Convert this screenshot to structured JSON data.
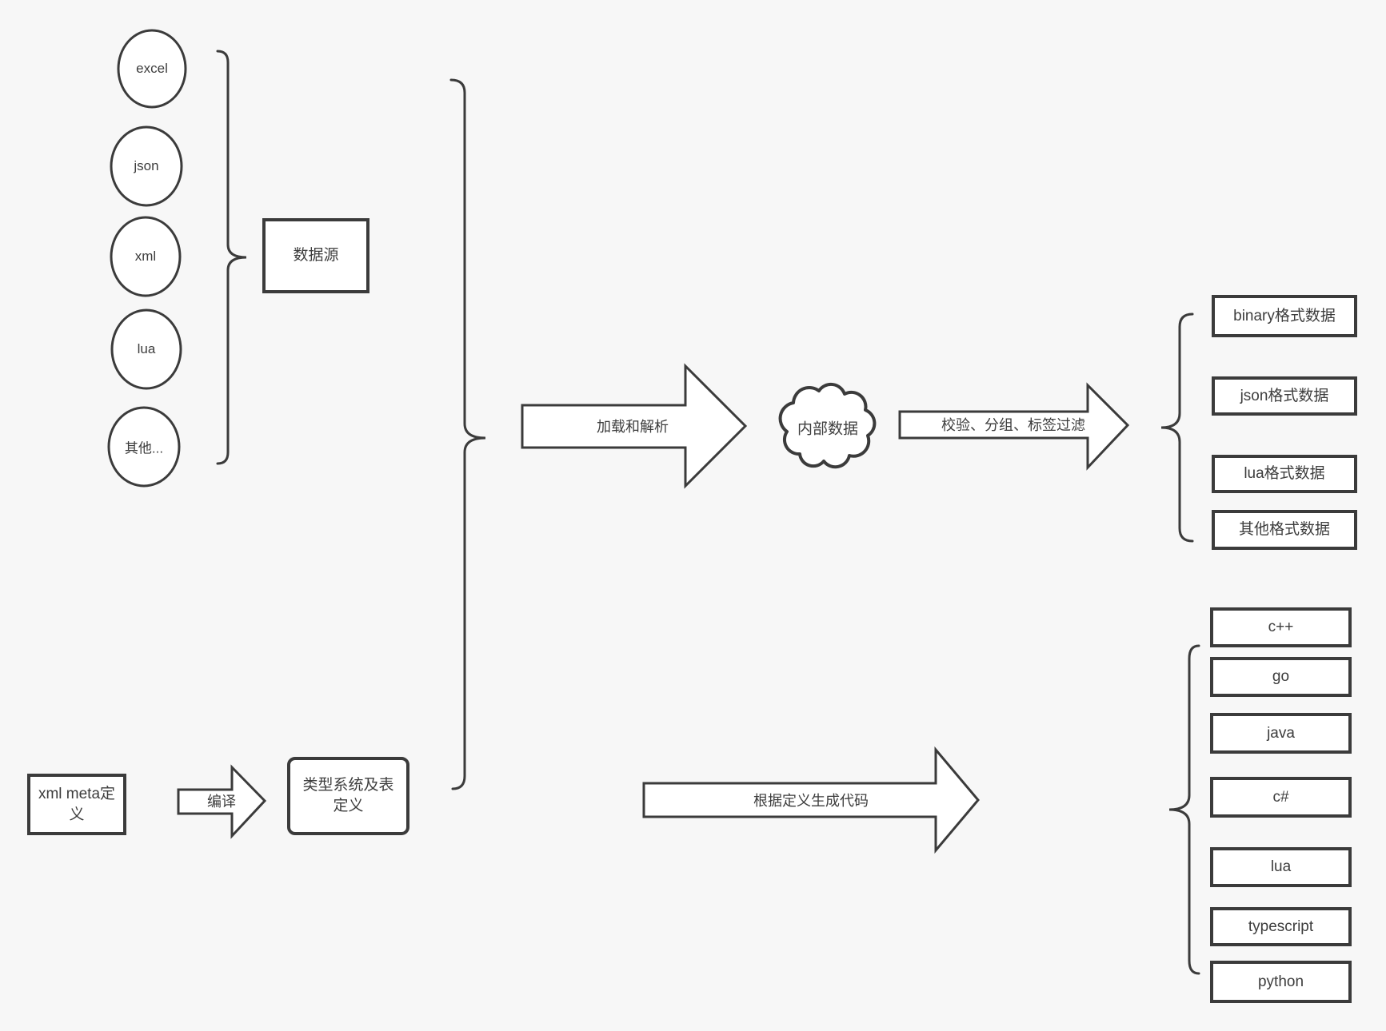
{
  "canvas": {
    "background": "#f7f7f7",
    "stroke_color": "#3b3b3b",
    "text_color": "#3d3d3d",
    "shape_fill": "#ffffff"
  },
  "sources": {
    "group_label": "数据源",
    "items": [
      {
        "label": "excel"
      },
      {
        "label": "json"
      },
      {
        "label": "xml"
      },
      {
        "label": "lua"
      },
      {
        "label": "其他..."
      }
    ]
  },
  "flow": {
    "load_parse_label": "加载和解析",
    "internal_data_label": "内部数据",
    "filter_label": "校验、分组、标签过滤",
    "compile_label": "编译",
    "generate_label": "根据定义生成代码"
  },
  "meta": {
    "xml_meta_label": "xml meta定义",
    "type_system_label": "类型系统及表定义"
  },
  "outputs": {
    "formats": [
      {
        "label": "binary格式数据"
      },
      {
        "label": "json格式数据"
      },
      {
        "label": "lua格式数据"
      },
      {
        "label": "其他格式数据"
      }
    ],
    "languages": [
      {
        "label": "c++"
      },
      {
        "label": "go"
      },
      {
        "label": "java"
      },
      {
        "label": "c#"
      },
      {
        "label": "lua"
      },
      {
        "label": "typescript"
      },
      {
        "label": "python"
      }
    ]
  }
}
